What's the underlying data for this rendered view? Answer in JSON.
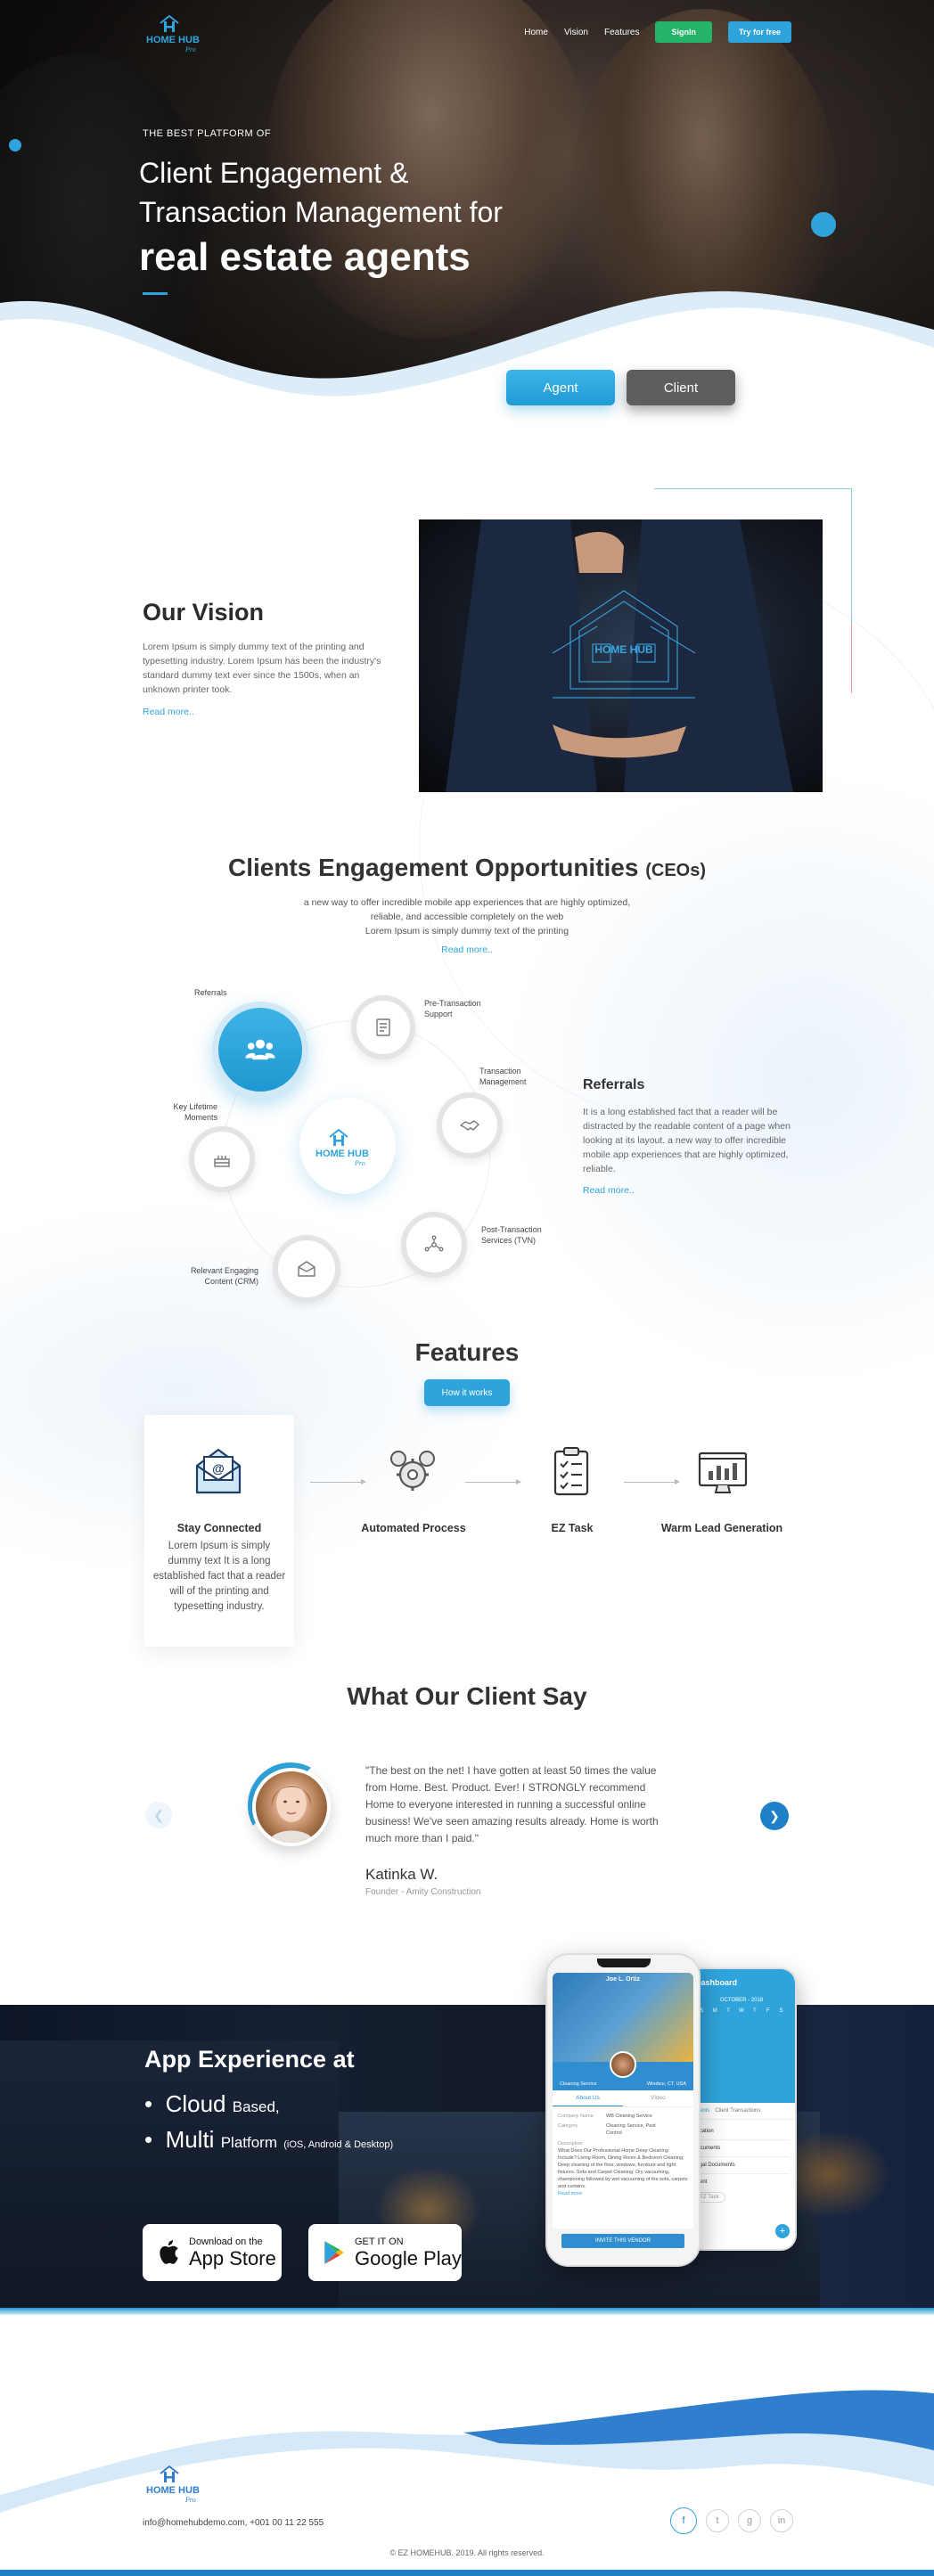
{
  "brand": {
    "name": "HOME HUB",
    "tagline": "Pro"
  },
  "nav": {
    "links": [
      "Home",
      "Vision",
      "Features"
    ],
    "signin": "SignIn",
    "try": "Try for free"
  },
  "hero": {
    "kicker": "THE BEST PLATFORM OF",
    "line1": "Client Engagement &",
    "line2": "Transaction Management for",
    "line3": "real estate agents",
    "agent": "Agent",
    "client": "Client"
  },
  "vision": {
    "title": "Our Vision",
    "text": "Lorem Ipsum is simply dummy text of the printing and typesetting industry. Lorem Ipsum has been the industry's standard dummy text ever since the 1500s, when an unknown printer took.",
    "more": "Read more..",
    "img_brand": "HOME HUB"
  },
  "ceo": {
    "title": "Clients Engagement Opportunities",
    "title_suffix": "(CEOs)",
    "sub1": "a new way to offer incredible mobile app experiences that are highly optimized,",
    "sub2": "reliable, and accessible completely on the web",
    "sub3": "Lorem Ipsum is simply dummy text of the printing",
    "more": "Read more..",
    "nodes": {
      "referrals": "Referrals",
      "pre": "Pre-Transaction Support",
      "tm": "Transaction Management",
      "post": "Post-Transaction Services (TVN)",
      "rec": "Relevant Engaging Content (CRM)",
      "klm": "Key Lifetime Moments"
    },
    "detail_title": "Referrals",
    "detail_text": "It is a long established fact that a reader will be distracted by the readable content of a page when looking at its layout. a new way to offer incredible mobile app experiences that are highly optimized, reliable.",
    "detail_more": "Read more.."
  },
  "features": {
    "title": "Features",
    "button": "How it works",
    "items": [
      {
        "name": "Stay Connected",
        "desc": "Lorem Ipsum is simply dummy text It is a long established fact that a reader will of the printing and typesetting industry."
      },
      {
        "name": "Automated Process"
      },
      {
        "name": "EZ Task"
      },
      {
        "name": "Warm Lead Generation"
      }
    ]
  },
  "testimonial": {
    "title": "What Our Client Say",
    "quote": "\"The best on the net! I have gotten at least 50 times the value from Home. Best. Product. Ever! I STRONGLY recommend Home to everyone interested in running a successful online business! We've seen amazing results already. Home is worth much more than I paid.\"",
    "name": "Katinka W.",
    "role": "Founder - Amity Construction"
  },
  "app": {
    "title": "App Experience at",
    "b1_big": "Cloud",
    "b1_small": "Based,",
    "b2_big": "Multi",
    "b2_small": "Platform",
    "b2_xs": "(iOS, Android & Desktop)",
    "appstore_top": "Download on the",
    "appstore_bottom": "App Store",
    "play_top": "GET IT ON",
    "play_bottom": "Google Play",
    "phone1": {
      "name": "Joe L. Ortiz",
      "stat1": "Cleaning Service",
      "stat2": "Windsor, CT, USA",
      "tab1": "About Us",
      "tab2": "Video",
      "rows": [
        [
          "Company Name",
          "WB Cleaning Service"
        ],
        [
          "Category",
          "Cleaning Service, Pest Control"
        ]
      ],
      "desc_label": "Description",
      "desc": "What Does Our Professional Home Deep Cleaning Include? Living Room, Dining Room & Bedroom Cleaning: Deep cleaning of the floor, windows, furniture and light fixtures. Sofa and Carpet Cleaning: Dry vacuuming, shampooing followed by wet vacuuming of the sofa, carpets and curtains.",
      "read_more": "Read more",
      "cta": "INVITE THIS VENDOR"
    },
    "phone2": {
      "title": "Dashboard",
      "month": "OCTOBER - 2018",
      "days": [
        "S",
        "M",
        "T",
        "W",
        "T",
        "F",
        "S"
      ],
      "tabs": [
        "Clients",
        "Client Transactions"
      ],
      "items": [
        "Location",
        "Documents",
        "Legal Documents",
        "Client"
      ],
      "chip": "EZ Task"
    }
  },
  "footer": {
    "contact": "info@homehubdemo.com, +001 00 11 22 555",
    "socials": [
      "f",
      "t",
      "g",
      "in"
    ],
    "copyright": "© EZ HOMEHUB. 2019. All rights reserved."
  }
}
